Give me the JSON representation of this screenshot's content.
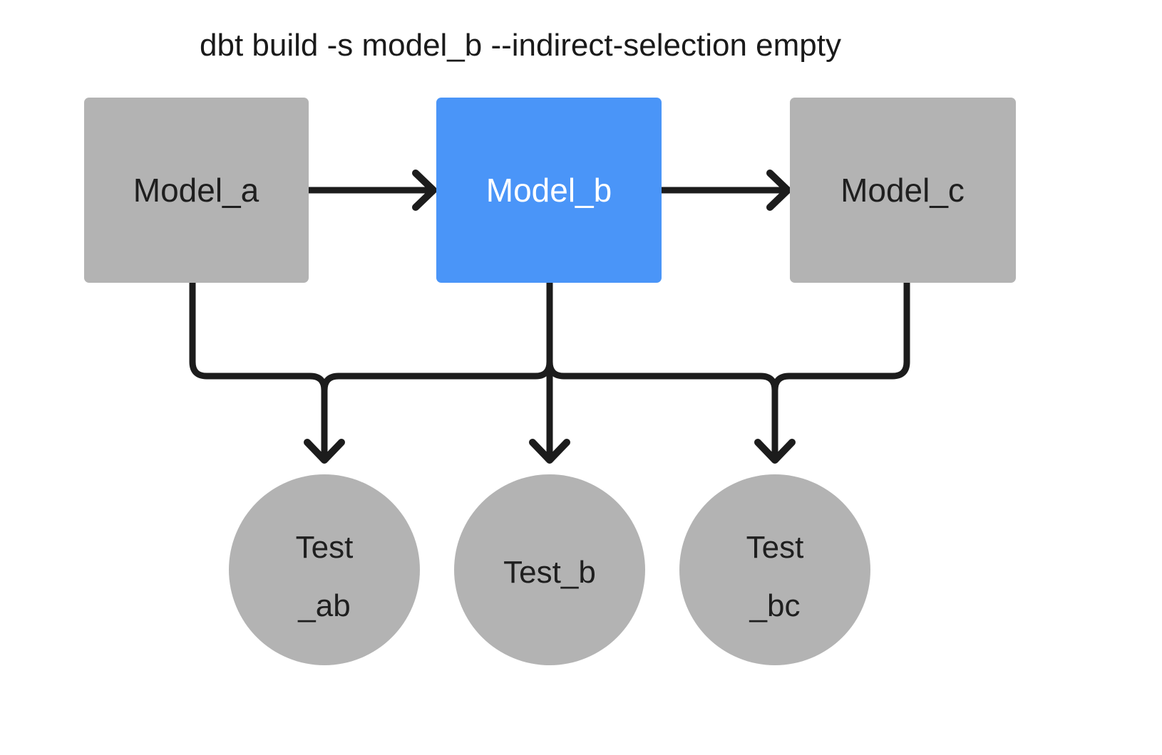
{
  "diagram": {
    "title": "dbt build -s model_b --indirect-selection empty",
    "type": "dag",
    "background_color": "#ffffff",
    "colors": {
      "node_default": "#b3b3b3",
      "node_selected": "#4a95f8",
      "edge": "#1c1c1c",
      "label_default": "#1f1f1f",
      "label_on_accent": "#ffffff"
    },
    "models": [
      {
        "id": "model_a",
        "label": "Model_a",
        "shape": "rectangle",
        "state": "unselected",
        "fill": "#b3b3b3",
        "text_color": "#1f1f1f"
      },
      {
        "id": "model_b",
        "label": "Model_b",
        "shape": "rectangle",
        "state": "selected",
        "fill": "#4a95f8",
        "text_color": "#ffffff"
      },
      {
        "id": "model_c",
        "label": "Model_c",
        "shape": "rectangle",
        "state": "unselected",
        "fill": "#b3b3b3",
        "text_color": "#1f1f1f"
      }
    ],
    "tests": [
      {
        "id": "test_ab",
        "shape": "circle",
        "state": "unselected",
        "fill": "#b3b3b3",
        "text_color": "#1f1f1f",
        "line1": "Test",
        "line2": "_ab"
      },
      {
        "id": "test_b",
        "shape": "circle",
        "state": "unselected",
        "fill": "#b3b3b3",
        "text_color": "#1f1f1f",
        "line1": "Test_b",
        "line2": ""
      },
      {
        "id": "test_bc",
        "shape": "circle",
        "state": "unselected",
        "fill": "#b3b3b3",
        "text_color": "#1f1f1f",
        "line1": "Test",
        "line2": "_bc"
      }
    ],
    "edges": [
      {
        "id": "edge-model-a-to-model-b",
        "from": "model_a",
        "to": "model_b",
        "style": "straight-horizontal"
      },
      {
        "id": "edge-model-b-to-model-c",
        "from": "model_b",
        "to": "model_c",
        "style": "straight-horizontal"
      },
      {
        "id": "edge-model-a-to-test-ab",
        "from": "model_a",
        "to": "test_ab",
        "style": "elbow"
      },
      {
        "id": "edge-model-b-to-test-ab",
        "from": "model_b",
        "to": "test_ab",
        "style": "elbow"
      },
      {
        "id": "edge-model-b-to-test-b",
        "from": "model_b",
        "to": "test_b",
        "style": "straight-vertical"
      },
      {
        "id": "edge-model-b-to-test-bc",
        "from": "model_b",
        "to": "test_bc",
        "style": "elbow"
      },
      {
        "id": "edge-model-c-to-test-bc",
        "from": "model_c",
        "to": "test_bc",
        "style": "elbow"
      }
    ]
  }
}
